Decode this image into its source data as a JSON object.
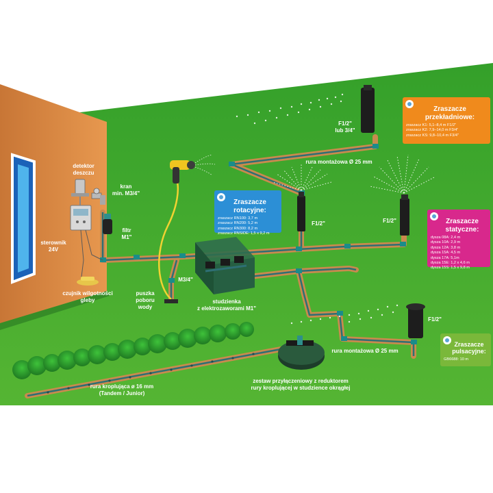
{
  "labels": {
    "detektor": "detektor\ndeszczu",
    "kran": "kran\nmin. M3/4\"",
    "filtr": "filtr\nM1\"",
    "sterownik": "sterownik\n24V",
    "czujnik": "czujnik wilgotności\ngleby",
    "puszka": "puszka\npoboru\nwody",
    "m34": "M3/4\"",
    "studzienka": "studzienka\nz elektrozaworami M1\"",
    "f12_lub": "F1/2\"\nlub 3/4\"",
    "rura25_top": "rura montażowa Ø 25 mm",
    "f12_left": "F1/2\"",
    "f12_mid": "F1/2\"",
    "f12_right": "F1/2\"",
    "rura25_bottom": "rura montażowa Ø 25 mm",
    "zestaw": "zestaw przyłączeniowy z reduktorem\nrury kroplującej w studzience okrągłej",
    "rura16": "rura kroplująca ø 16 mm\n(Tandem / Junior)"
  },
  "callouts": {
    "przekladniowe": {
      "title": "Zraszacze\nprzekładniowe:",
      "items": [
        "zraszacz K1: 5,1–8,4 m F1/2\"",
        "zraszacz K2: 7,9–14,0 m F3/4\"",
        "zraszacz KS: 9,8–10,4 m F3/4\""
      ]
    },
    "rotacyjne": {
      "title": "Zraszacze\nrotacyjne:",
      "items": [
        "zraszacz RN100: 3,7 m",
        "zraszacz RN200: 5,2 m",
        "zraszacz RN300: 8,2 m",
        "zraszacz RNSIDE: 1,5 x 9,2 m"
      ]
    },
    "statyczne": {
      "title": "Zraszacze\nstatyczne:",
      "items": [
        "dysza 08A: 2,4 m",
        "dysza 10A: 2,9 m",
        "dysza 12A: 3,8 m",
        "dysza 15A: 4,5 m",
        "dysza 17A: 5,1m",
        "dysza 15E: 1,2 x 4,6 m",
        "dysza 15S: 1,5 x 9,8 m"
      ]
    },
    "pulsacyjne": {
      "title": "Zraszacze\npulsacyjne:",
      "items": [
        "GB6688: 10 m"
      ]
    }
  },
  "colors": {
    "lawn": "#3fa62c",
    "wall": "#e1904a",
    "trench": "#c98a4e",
    "pipe": "#2e6f74",
    "przekladniowe": "#f08a1c",
    "rotacyjne": "#2c8fd6",
    "statyczne": "#d8288c",
    "pulsacyjne": "#7ab83a"
  }
}
